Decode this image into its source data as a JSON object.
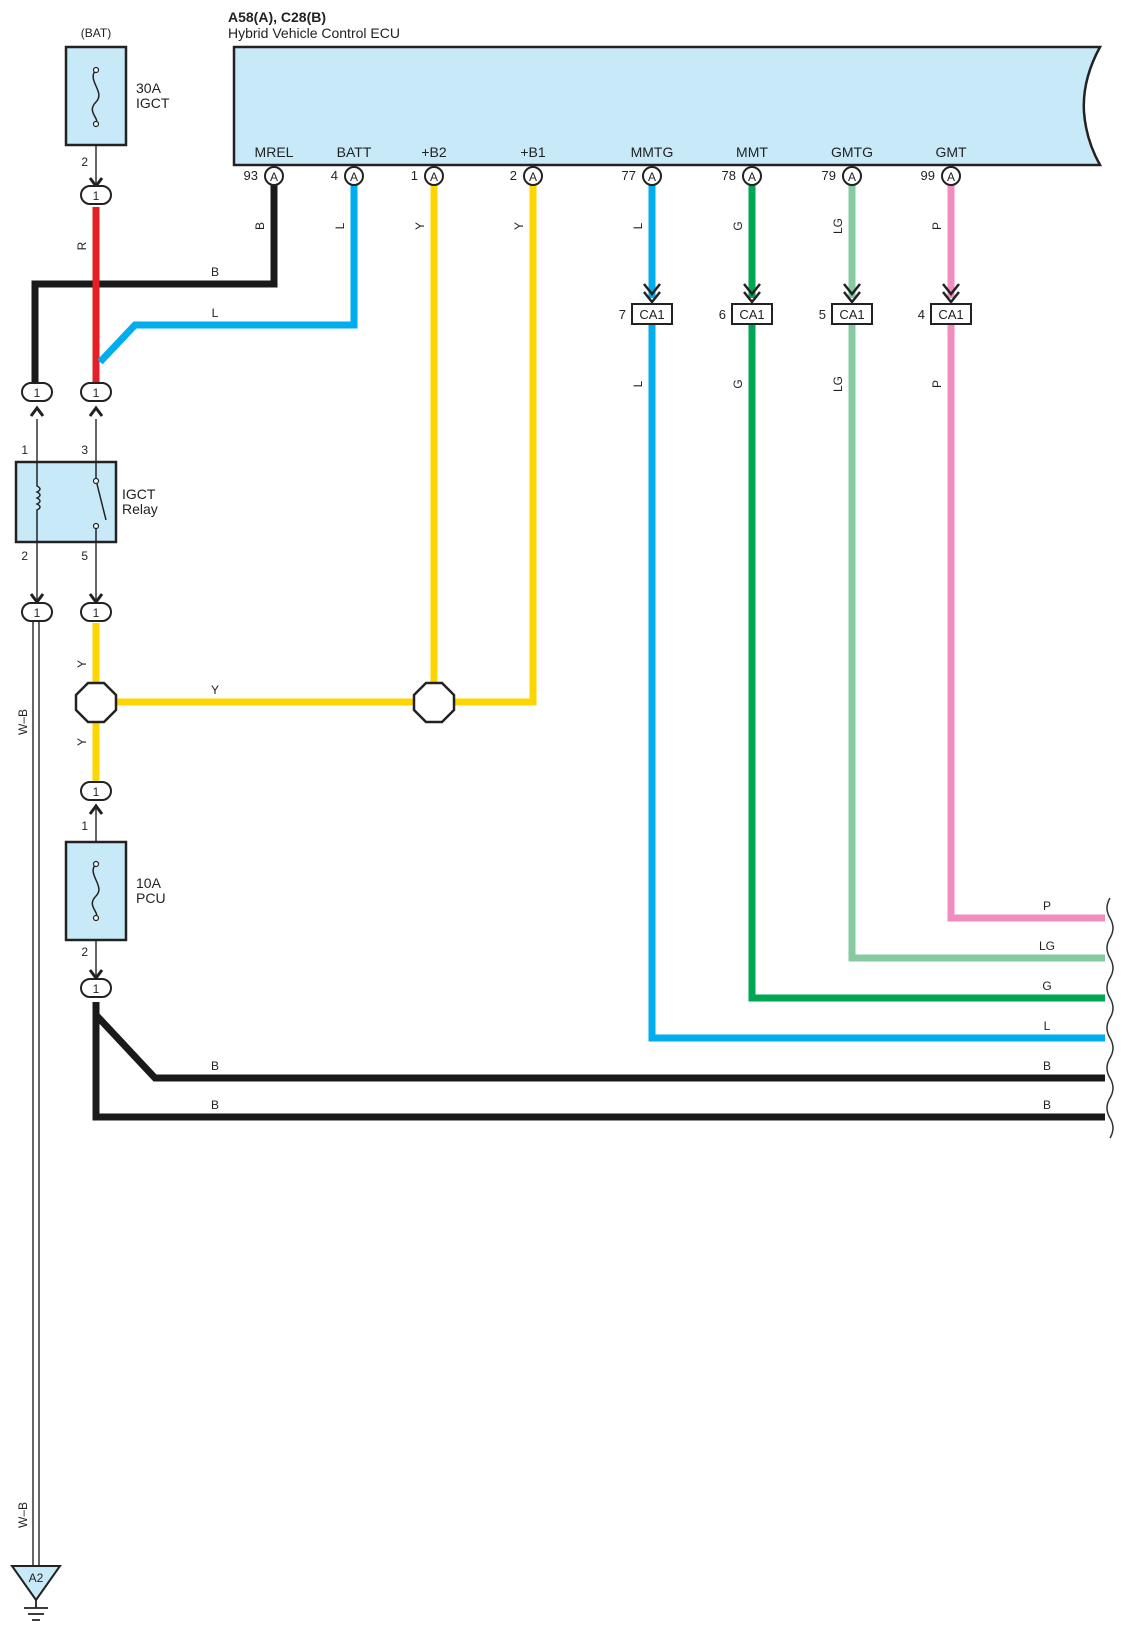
{
  "ecu": {
    "connectors": "A58(A), C28(B)",
    "name": "Hybrid Vehicle Control ECU",
    "terminals": [
      {
        "name": "MREL",
        "pin": "93",
        "conn": "A",
        "wire": "B"
      },
      {
        "name": "BATT",
        "pin": "4",
        "conn": "A",
        "wire": "L"
      },
      {
        "name": "+B2",
        "pin": "1",
        "conn": "A",
        "wire": "Y"
      },
      {
        "name": "+B1",
        "pin": "2",
        "conn": "A",
        "wire": "Y"
      },
      {
        "name": "MMTG",
        "pin": "77",
        "conn": "A",
        "wire": "L"
      },
      {
        "name": "MMT",
        "pin": "78",
        "conn": "A",
        "wire": "G"
      },
      {
        "name": "GMTG",
        "pin": "79",
        "conn": "A",
        "wire": "LG"
      },
      {
        "name": "GMT",
        "pin": "99",
        "conn": "A",
        "wire": "P"
      }
    ]
  },
  "bat_label": "(BAT)",
  "fuse_igct": {
    "rating": "30A",
    "name": "IGCT",
    "pin_bottom": "2"
  },
  "relay": {
    "name": "IGCT",
    "name2": "Relay",
    "pin1": "1",
    "pin3": "3",
    "pin2": "2",
    "pin5": "5"
  },
  "fuse_pcu": {
    "rating": "10A",
    "name": "PCU",
    "pin_top": "1",
    "pin_bottom": "2"
  },
  "one": "1",
  "ca1": {
    "label": "CA1",
    "pins": [
      "7",
      "6",
      "5",
      "4"
    ]
  },
  "wires": {
    "R": "R",
    "B": "B",
    "L": "L",
    "Y": "Y",
    "G": "G",
    "LG": "LG",
    "P": "P",
    "WB": "W–B"
  },
  "ground": "A2",
  "colors": {
    "black": "#1a1a1a",
    "red": "#e61f26",
    "blue": "#00aeef",
    "yellow": "#ffd500",
    "green": "#00a651",
    "light_green": "#86cba0",
    "pink": "#f38cbe",
    "box_fill": "#c7e9f8"
  }
}
